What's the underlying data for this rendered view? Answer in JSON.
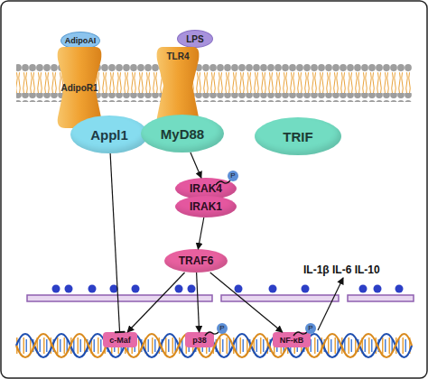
{
  "diagram": {
    "nodes": [
      {
        "text": [
          "AdipoAI"
        ]
      },
      {
        "text": [
          "AdipoR1"
        ]
      },
      {
        "text": [
          "LPS"
        ]
      },
      {
        "text": [
          "TLR4"
        ]
      },
      {
        "text": [
          "Appl1"
        ]
      },
      {
        "text": [
          "MyD88"
        ]
      },
      {
        "text": [
          "TRIF"
        ]
      },
      {
        "text": [
          "IRAK4"
        ]
      },
      {
        "text": [
          "IRAK1"
        ]
      },
      {
        "text": [
          "TRAF6"
        ]
      },
      {
        "text": [
          "c-Maf"
        ]
      },
      {
        "text": [
          "p38"
        ]
      },
      {
        "text": [
          "NF-κB"
        ]
      }
    ],
    "edges": [
      {
        "from": 4,
        "to": 10,
        "arrow": "to"
      },
      {
        "from": 5,
        "to": 7,
        "arrow": "to"
      },
      {
        "from": 8,
        "to": 9,
        "arrow": "to"
      },
      {
        "from": 9,
        "to": 10,
        "arrow": "to"
      },
      {
        "from": 9,
        "to": 11,
        "arrow": "to"
      },
      {
        "from": 9,
        "to": 12,
        "arrow": "to"
      }
    ],
    "labels": [
      "IL-1β IL-6 IL-10",
      "P",
      "P",
      "P"
    ]
  }
}
